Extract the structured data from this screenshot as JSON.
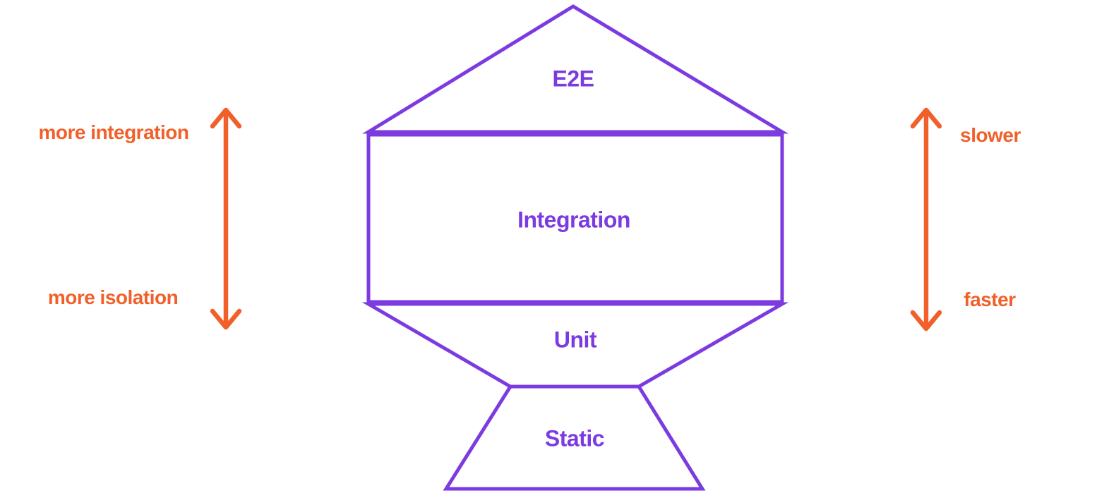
{
  "colors": {
    "purple": "#7C3BE0",
    "orange": "#F1602A",
    "background": "#FFFFFF"
  },
  "trophy": {
    "levels": [
      {
        "label": "E2E"
      },
      {
        "label": "Integration"
      },
      {
        "label": "Unit"
      },
      {
        "label": "Static"
      }
    ]
  },
  "left_scale": {
    "top": "more integration",
    "bottom": "more isolation"
  },
  "right_scale": {
    "top": "slower",
    "bottom": "faster"
  }
}
